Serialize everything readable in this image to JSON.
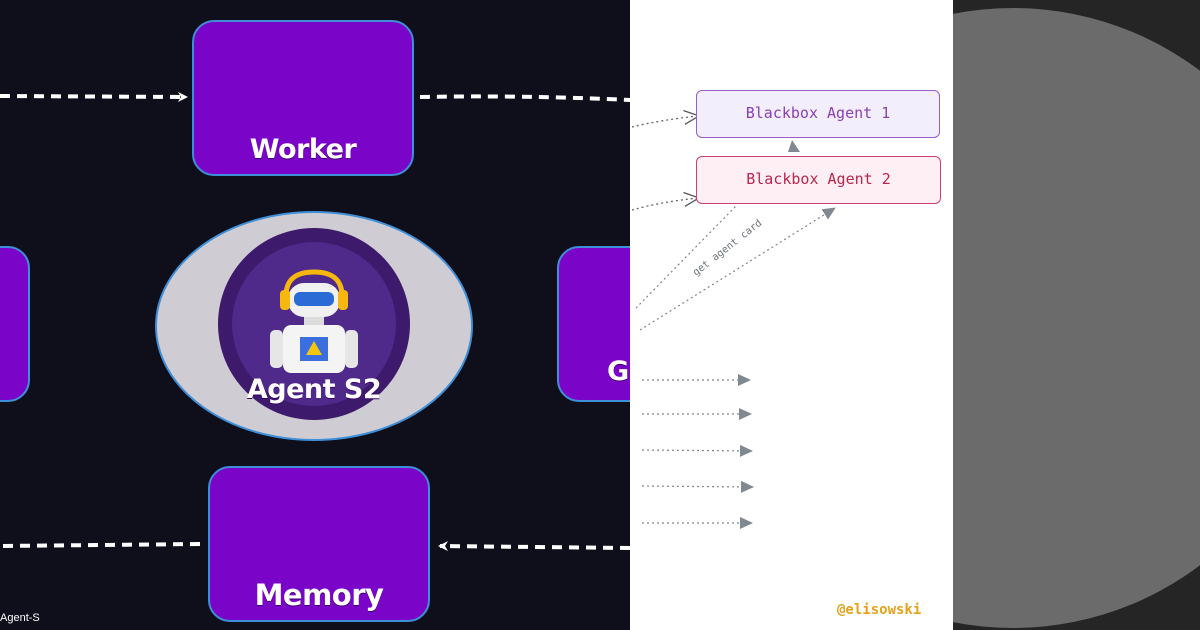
{
  "left_diagram": {
    "nodes": {
      "worker": {
        "label": "Worker",
        "icon": "construction-worker-icon"
      },
      "agent": {
        "label": "Agent S2",
        "icon": "robot-headset-icon"
      },
      "memory": {
        "label": "Memory",
        "icon": "brain-cycle-icon"
      },
      "grounding_partial": {
        "label": "G",
        "icon": "orange-circle-icon"
      }
    },
    "caption": "Agent-S",
    "colors": {
      "node_fill": "#7a05c9",
      "node_border": "#3f8fd8",
      "background": "#0e0f1a",
      "arrow": "#ffffff"
    }
  },
  "right_diagram": {
    "agent_cards": [
      {
        "label": "Blackbox Agent 1",
        "color": "#8a3fb0",
        "fill": "#f3eefc"
      },
      {
        "label": "Blackbox Agent 2",
        "color": "#b8264e",
        "fill": "#fdeff3"
      }
    ],
    "edge_label": "get agent card",
    "handle": "@elisowski",
    "handle_color": "#e6a11a"
  }
}
